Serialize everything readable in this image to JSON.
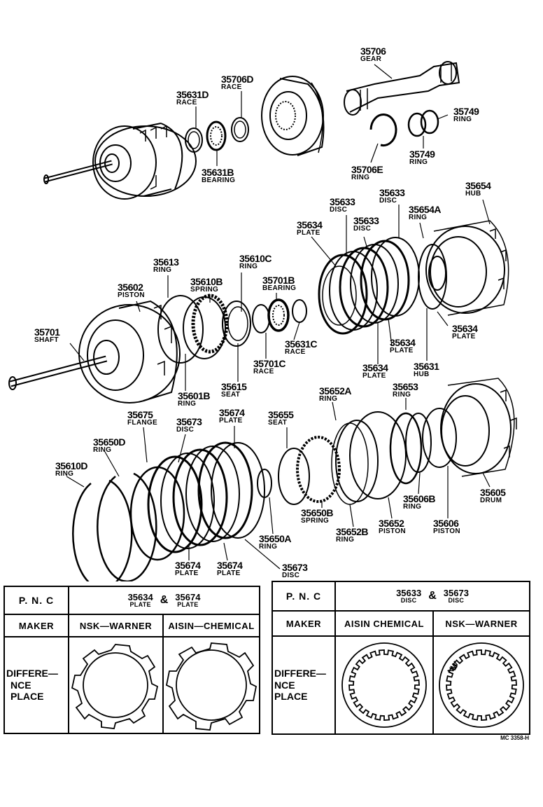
{
  "parts": [
    {
      "id": "p1",
      "number": "35706",
      "name": "GEAR"
    },
    {
      "id": "p2",
      "number": "35706D",
      "name": "RACE"
    },
    {
      "id": "p3",
      "number": "35631D",
      "name": "RACE"
    },
    {
      "id": "p4",
      "number": "35749",
      "name": "RING"
    },
    {
      "id": "p5",
      "number": "35631B",
      "name": "BEARING"
    },
    {
      "id": "p6",
      "number": "35706E",
      "name": "RING"
    },
    {
      "id": "p7",
      "number": "35749",
      "name": "RING"
    },
    {
      "id": "p8",
      "number": "35654",
      "name": "HUB"
    },
    {
      "id": "p9",
      "number": "35633",
      "name": "DISC"
    },
    {
      "id": "p10",
      "number": "35633",
      "name": "DISC"
    },
    {
      "id": "p11",
      "number": "35654A",
      "name": "RING"
    },
    {
      "id": "p12",
      "number": "35633",
      "name": "DISC"
    },
    {
      "id": "p13",
      "number": "35634",
      "name": "PLATE"
    },
    {
      "id": "p14",
      "number": "35613",
      "name": "RING"
    },
    {
      "id": "p15",
      "number": "35610C",
      "name": "RING"
    },
    {
      "id": "p16",
      "number": "35610B",
      "name": "SPRING"
    },
    {
      "id": "p17",
      "number": "35701B",
      "name": "BEARING"
    },
    {
      "id": "p18",
      "number": "35602",
      "name": "PISTON"
    },
    {
      "id": "p19",
      "number": "35634",
      "name": "PLATE"
    },
    {
      "id": "p20",
      "number": "35701",
      "name": "SHAFT"
    },
    {
      "id": "p21",
      "number": "35631C",
      "name": "RACE"
    },
    {
      "id": "p22",
      "number": "35634",
      "name": "PLATE"
    },
    {
      "id": "p23",
      "number": "35701C",
      "name": "RACE"
    },
    {
      "id": "p24",
      "number": "35634",
      "name": "PLATE"
    },
    {
      "id": "p25",
      "number": "35631",
      "name": "HUB"
    },
    {
      "id": "p26",
      "number": "35615",
      "name": "SEAT"
    },
    {
      "id": "p27",
      "number": "35601B",
      "name": "RING"
    },
    {
      "id": "p28",
      "number": "35652A",
      "name": "RING"
    },
    {
      "id": "p29",
      "number": "35653",
      "name": "RING"
    },
    {
      "id": "p30",
      "number": "35675",
      "name": "FLANGE"
    },
    {
      "id": "p31",
      "number": "35674",
      "name": "PLATE"
    },
    {
      "id": "p32",
      "number": "35655",
      "name": "SEAT"
    },
    {
      "id": "p33",
      "number": "35673",
      "name": "DISC"
    },
    {
      "id": "p34",
      "number": "35650D",
      "name": "RING"
    },
    {
      "id": "p35",
      "number": "35610D",
      "name": "RING"
    },
    {
      "id": "p36",
      "number": "35605",
      "name": "DRUM"
    },
    {
      "id": "p37",
      "number": "35606B",
      "name": "RING"
    },
    {
      "id": "p38",
      "number": "35650B",
      "name": "SPRING"
    },
    {
      "id": "p39",
      "number": "35652",
      "name": "PISTON"
    },
    {
      "id": "p40",
      "number": "35606",
      "name": "PISTON"
    },
    {
      "id": "p41",
      "number": "35652B",
      "name": "RING"
    },
    {
      "id": "p42",
      "number": "35650A",
      "name": "RING"
    },
    {
      "id": "p43",
      "number": "35674",
      "name": "PLATE"
    },
    {
      "id": "p44",
      "number": "35674",
      "name": "PLATE"
    },
    {
      "id": "p45",
      "number": "35673",
      "name": "DISC"
    }
  ],
  "table_left": {
    "pnc_label": "P. N. C",
    "part_a": {
      "number": "35634",
      "name": "PLATE"
    },
    "amp": "&",
    "part_b": {
      "number": "35674",
      "name": "PLATE"
    },
    "maker_label": "MAKER",
    "maker_1": "NSK—WARNER",
    "maker_2": "AISIN—CHEMICAL",
    "diff_line1": "DIFFERE—",
    "diff_line2": "NCE",
    "diff_line3": "PLACE"
  },
  "table_right": {
    "pnc_label": "P. N. C",
    "part_a": {
      "number": "35633",
      "name": "DISC"
    },
    "amp": "&",
    "part_b": {
      "number": "35673",
      "name": "DISC"
    },
    "maker_label": "MAKER",
    "maker_1": "AISIN CHEMICAL",
    "maker_2": "NSK—WARNER",
    "diff_line1": "DIFFERE—",
    "diff_line2": "NCE",
    "diff_line3": "PLACE",
    "disc_mark": "NW"
  },
  "footer_code": "MC 3358-H"
}
